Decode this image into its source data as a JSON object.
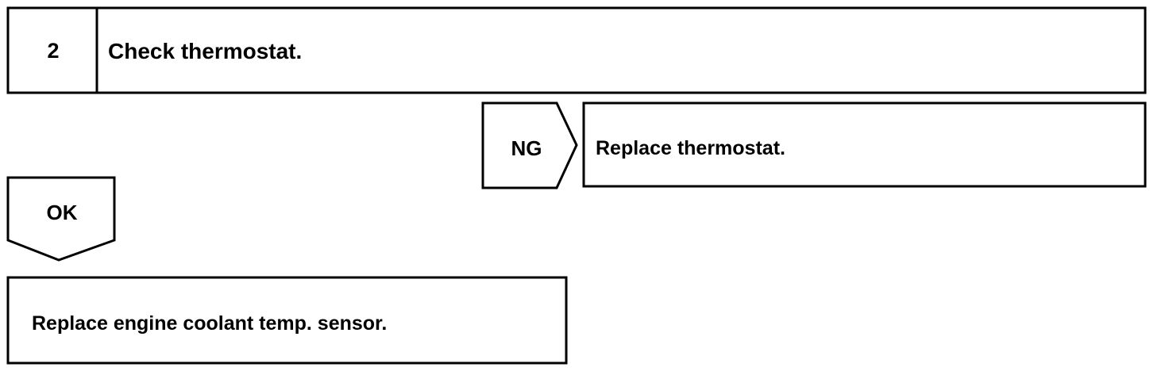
{
  "step": {
    "number": "2",
    "title": "Check thermostat."
  },
  "ng_branch": {
    "label": "NG",
    "action": "Replace thermostat."
  },
  "ok_branch": {
    "label": "OK",
    "action": "Replace engine coolant temp. sensor."
  },
  "colors": {
    "stroke": "#000000",
    "background": "#ffffff"
  }
}
